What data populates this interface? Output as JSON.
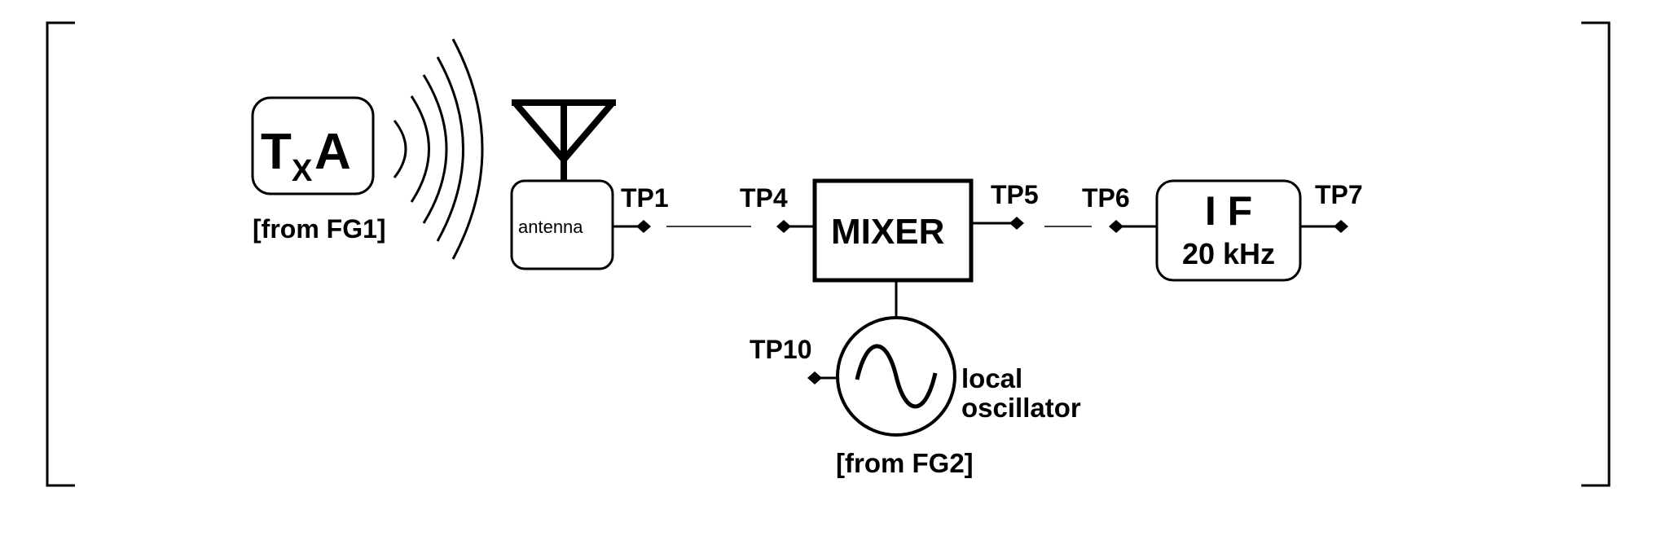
{
  "transmitter": {
    "main": "T",
    "subscript": "X",
    "suffix": "A",
    "source": "[from FG1]"
  },
  "antenna": {
    "label": "antenna"
  },
  "mixer": {
    "label": "MIXER"
  },
  "if_filter": {
    "line1": "I F",
    "line2": "20 kHz"
  },
  "oscillator": {
    "label_line1": "local",
    "label_line2": "oscillator",
    "source": "[from FG2]"
  },
  "test_points": {
    "tp1": "TP1",
    "tp4": "TP4",
    "tp5": "TP5",
    "tp6": "TP6",
    "tp7": "TP7",
    "tp10": "TP10"
  }
}
